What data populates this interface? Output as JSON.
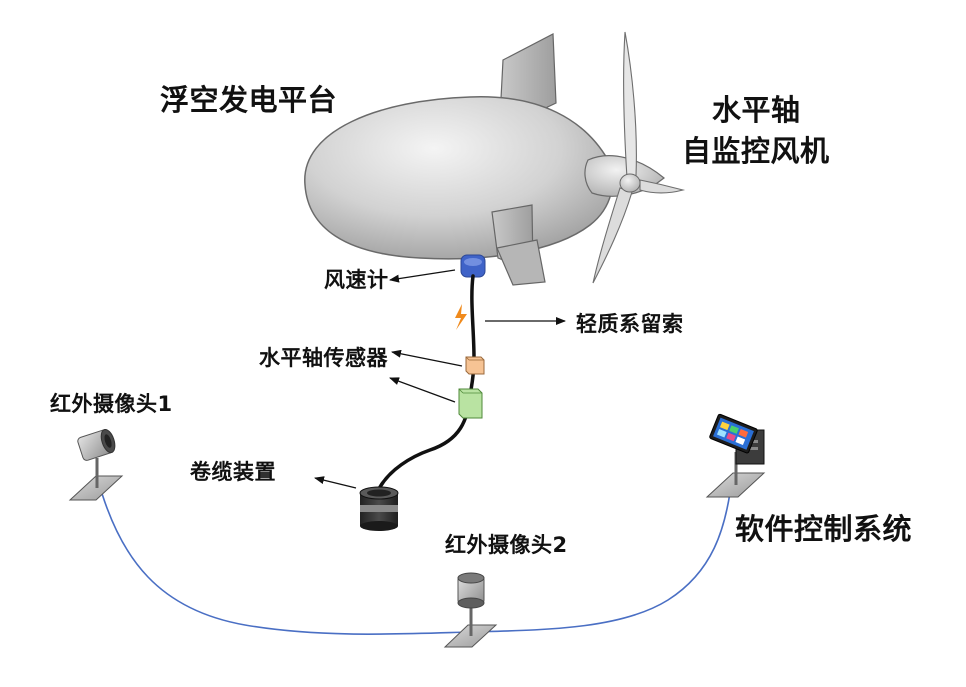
{
  "labels": {
    "platform": "浮空发电平台",
    "turbine_line1": "水平轴",
    "turbine_line2": "自监控风机",
    "anemometer": "风速计",
    "tether": "轻质系留索",
    "sensor": "水平轴传感器",
    "camera1": "红外摄像头1",
    "winch": "卷缆装置",
    "camera2": "红外摄像头2",
    "control": "软件控制系统"
  },
  "colors": {
    "balloon_body": "#d4d4d4",
    "tether": "#111111",
    "cable": "#4a6fc4",
    "anemometer": "#3f63c8",
    "lightning": "#f08a1c",
    "sensor_top": "#f6c394",
    "sensor_bottom": "#b9e3a2"
  },
  "icons": [
    "airship-balloon",
    "wind-turbine-rotor",
    "anemometer-cup",
    "lightning-icon",
    "sensor-box",
    "winch-drum",
    "infrared-camera",
    "control-terminal"
  ]
}
